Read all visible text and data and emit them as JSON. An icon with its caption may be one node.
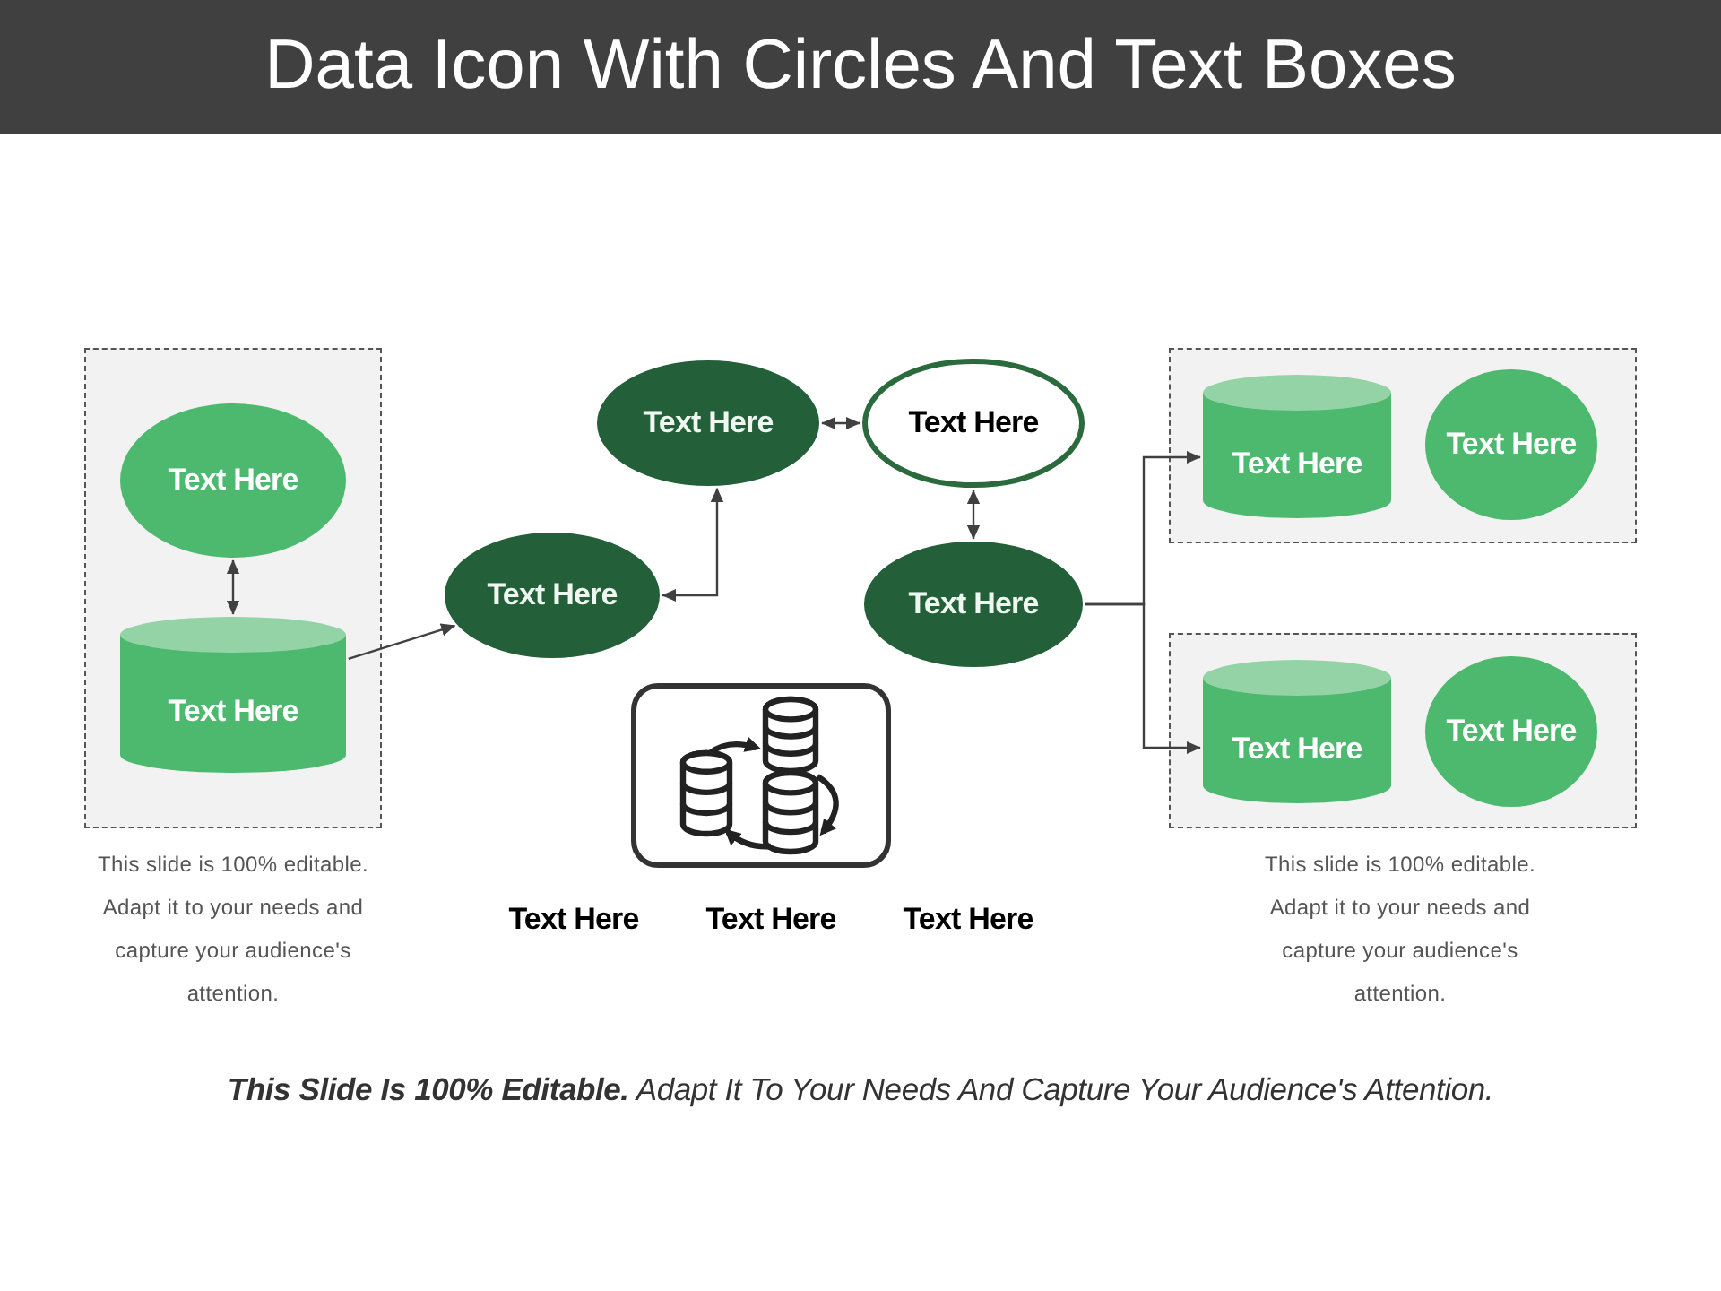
{
  "diagram": {
    "title": "Data Icon With Circles And Text Boxes",
    "caption": "**This Slide Is 100% Editable.** Adapt It To Your Needs And Capture Your Audience's Attention.",
    "nodes": [
      {
        "text": [],
        "shape": "box",
        "beside": [
          "This slide is 100% editable. Adapt it to your needs and capture your audience's attention."
        ]
      },
      {
        "text": [
          "Text Here"
        ],
        "in": 0
      },
      {
        "text": [
          "Text Here"
        ],
        "in": 0
      },
      {
        "text": [
          "Text Here"
        ]
      },
      {
        "text": [
          "Text Here"
        ]
      },
      {
        "text": [
          "Text Here"
        ]
      },
      {
        "text": [
          "Text Here"
        ]
      },
      {
        "text": [],
        "shape": "box"
      },
      {
        "text": [
          "Text Here"
        ],
        "in": 7
      },
      {
        "text": [
          "Text Here"
        ],
        "in": 7
      },
      {
        "text": [],
        "shape": "box",
        "beside": [
          "This slide is 100% editable. Adapt it to your needs and capture your audience's attention."
        ]
      },
      {
        "text": [
          "Text Here"
        ],
        "in": 10
      },
      {
        "text": [
          "Text Here"
        ],
        "in": 10
      },
      {
        "text": [],
        "shape": "picture"
      }
    ],
    "edges": [
      {
        "from": 1,
        "to": 2,
        "arrow": "both"
      },
      {
        "from": 2,
        "to": 3,
        "arrow": "to"
      },
      {
        "from": 3,
        "to": 4,
        "arrow": "both"
      },
      {
        "from": 4,
        "to": 5,
        "arrow": "both"
      },
      {
        "from": 5,
        "to": 6,
        "arrow": "both"
      },
      {
        "from": 6,
        "to": 8,
        "arrow": "to"
      },
      {
        "from": 6,
        "to": 11,
        "arrow": "to"
      }
    ],
    "labels": [
      "Text Here",
      "Text Here",
      "Text Here"
    ]
  }
}
